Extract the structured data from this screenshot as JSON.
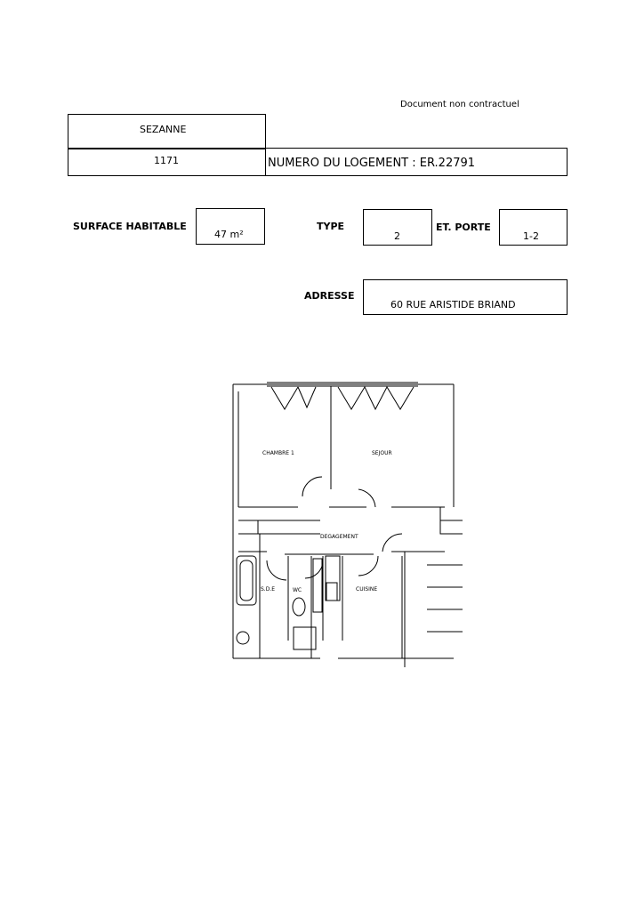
{
  "header": {
    "disclaimer": "Document non contractuel",
    "city": "SEZANNE",
    "code": "1171",
    "housing_number": "NUMERO DU LOGEMENT : ER.22791"
  },
  "fields": {
    "surface_label": "SURFACE HABITABLE",
    "surface_value": "47 m²",
    "type_label": "TYPE",
    "type_value": "2",
    "floor_door_label": "ET. PORTE",
    "floor_door_value": "1-2",
    "address_label": "ADRESSE",
    "address_value": "60 RUE ARISTIDE BRIAND"
  },
  "plan": {
    "rooms": {
      "bedroom": "CHAMBRE 1",
      "living": "SEJOUR",
      "hallway": "DEGAGEMENT",
      "bathroom": "S.D.E",
      "wc": "WC",
      "kitchen": "CUISINE"
    }
  }
}
